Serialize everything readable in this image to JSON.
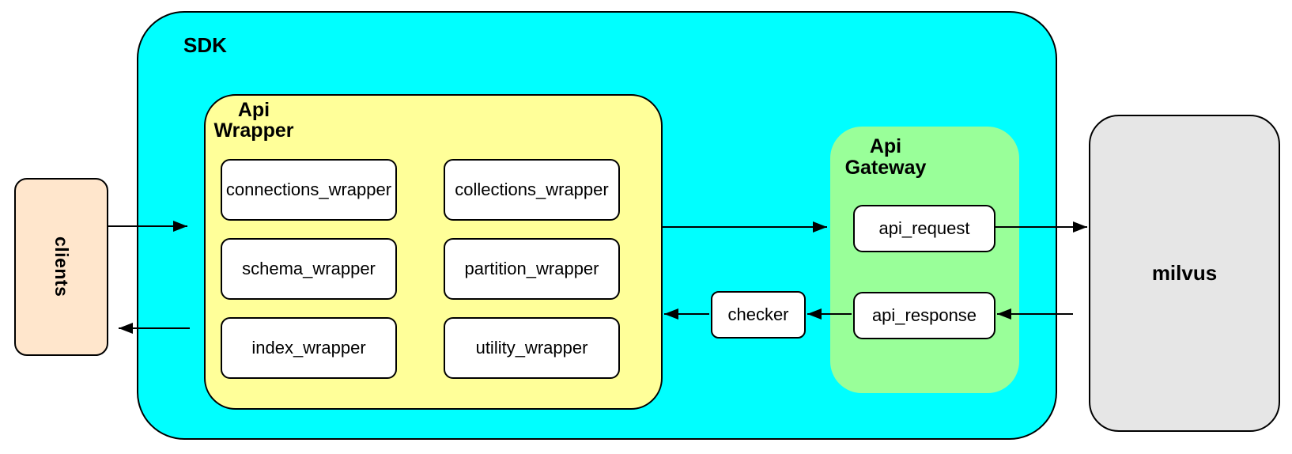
{
  "nodes": {
    "clients": "clients",
    "sdk": "SDK",
    "api_wrapper": "Api\nWrapper",
    "wrapper_items": [
      "connections_wrapper",
      "collections_wrapper",
      "schema_wrapper",
      "partition_wrapper",
      "index_wrapper",
      "utility_wrapper"
    ],
    "checker": "checker",
    "api_gateway": "Api\nGateway",
    "api_request": "api_request",
    "api_response": "api_response",
    "milvus": "milvus"
  },
  "edges": [
    {
      "from": "clients",
      "to": "sdk",
      "direction": "right"
    },
    {
      "from": "sdk",
      "to": "clients",
      "direction": "left"
    },
    {
      "from": "api_wrapper",
      "to": "api_gateway",
      "direction": "right"
    },
    {
      "from": "api_request",
      "to": "milvus",
      "direction": "right"
    },
    {
      "from": "milvus",
      "to": "api_response",
      "direction": "left"
    },
    {
      "from": "api_response",
      "to": "checker",
      "direction": "left"
    },
    {
      "from": "checker",
      "to": "api_wrapper",
      "direction": "left"
    }
  ],
  "colors": {
    "sdk_fill": "#00FFFF",
    "api_wrapper_fill": "#FFFF99",
    "api_gateway_fill": "#99FF99",
    "clients_fill": "#FFE6CC",
    "milvus_fill": "#E6E6E6",
    "node_fill": "#FFFFFF",
    "stroke": "#000000"
  }
}
